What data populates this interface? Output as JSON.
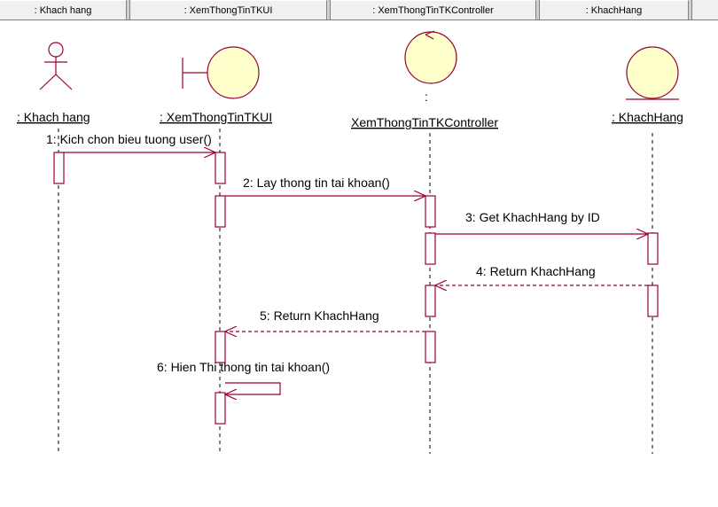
{
  "header": {
    "columns": [
      ": Khach hang",
      ": XemThongTinTKUI",
      ": XemThongTinTKController",
      ": KhachHang"
    ]
  },
  "objects": {
    "actor": ": Khach hang",
    "boundary": ": XemThongTinTKUI",
    "controller_prefix": ":",
    "controller": "XemThongTinTKController",
    "entity": ": KhachHang"
  },
  "messages": {
    "m1": "1: Kich chon bieu tuong user()",
    "m2": "2: Lay thong tin tai khoan()",
    "m3": "3: Get KhachHang by ID",
    "m4": "4: Return KhachHang",
    "m5": "5: Return KhachHang",
    "m6": "6: Hien Thi thong tin tai khoan()"
  },
  "colors": {
    "header_bg": "#f0f0f0",
    "object_fill": "#ffffcc",
    "message_line": "#990033",
    "activation_border": "#990033",
    "lifeline": "#000000"
  }
}
